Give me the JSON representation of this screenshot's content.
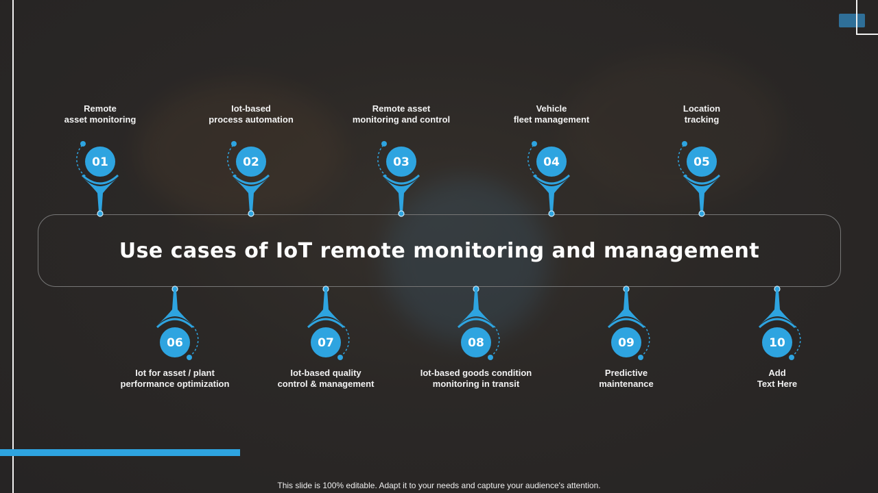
{
  "title": "Use cases of IoT remote monitoring and management",
  "accent_color": "#2ea4e0",
  "top_items": [
    {
      "number": "01",
      "line1": "Remote",
      "line2": "asset monitoring"
    },
    {
      "number": "02",
      "line1": "Iot-based",
      "line2": "process automation"
    },
    {
      "number": "03",
      "line1": "Remote asset",
      "line2": "monitoring and control"
    },
    {
      "number": "04",
      "line1": "Vehicle",
      "line2": "fleet management"
    },
    {
      "number": "05",
      "line1": "Location",
      "line2": "tracking"
    }
  ],
  "bottom_items": [
    {
      "number": "06",
      "line1": "Iot for asset / plant",
      "line2": "performance optimization"
    },
    {
      "number": "07",
      "line1": "Iot-based quality",
      "line2": "control & management"
    },
    {
      "number": "08",
      "line1": "Iot-based goods condition",
      "line2": "monitoring in transit"
    },
    {
      "number": "09",
      "line1": "Predictive",
      "line2": "maintenance"
    },
    {
      "number": "10",
      "line1": "Add",
      "line2": "Text Here"
    }
  ],
  "footer": "This slide is 100% editable. Adapt it to your needs and capture your audience's attention."
}
